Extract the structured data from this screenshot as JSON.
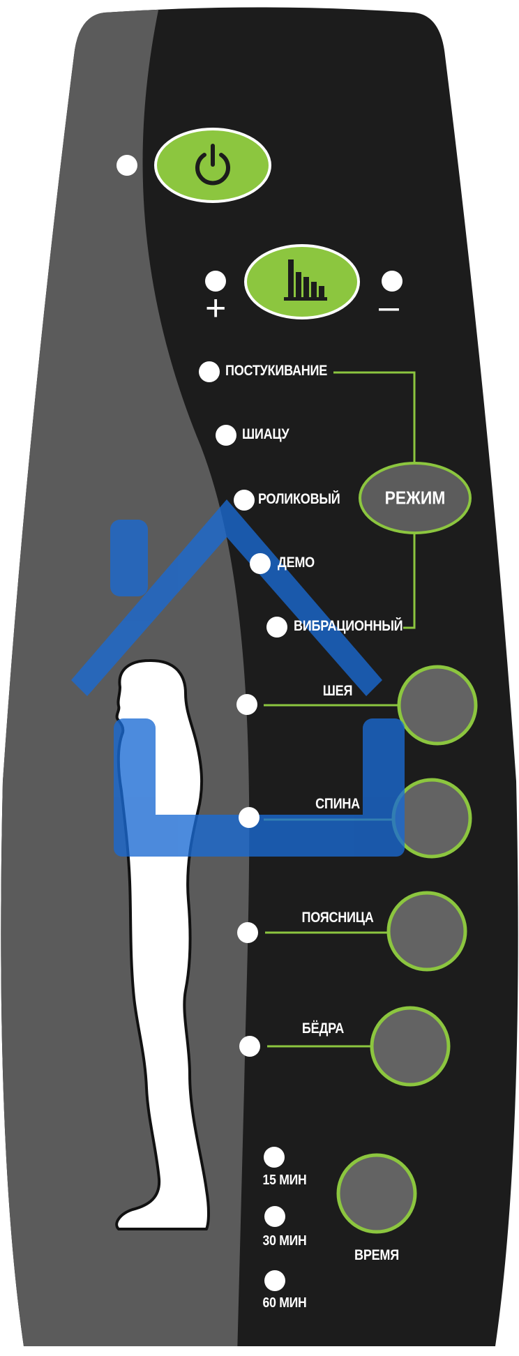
{
  "panel": {
    "power_button": {
      "icon": "power-icon"
    },
    "intensity": {
      "icon": "bars-intensity-icon",
      "plus_label": "+",
      "minus_label": "–"
    },
    "modes": [
      {
        "label": "ПОСТУКИВАНИЕ"
      },
      {
        "label": "ШИАЦУ"
      },
      {
        "label": "РОЛИКОВЫЙ"
      },
      {
        "label": "ДЕМО"
      },
      {
        "label": "ВИБРАЦИОННЫЙ"
      }
    ],
    "mode_button_label": "РЕЖИМ",
    "zones": [
      {
        "label": "ШЕЯ"
      },
      {
        "label": "СПИНА"
      },
      {
        "label": "ПОЯСНИЦА"
      },
      {
        "label": "БЁДРА"
      }
    ],
    "timers": [
      {
        "label": "15 МИН"
      },
      {
        "label": "30 МИН"
      },
      {
        "label": "60 МИН"
      }
    ],
    "time_button_label": "ВРЕМЯ",
    "colors": {
      "panel_dark": "#1c1c1c",
      "panel_grey": "#5b5b5b",
      "accent_green": "#8cc63f",
      "button_grey": "#636363",
      "watermark_blue": "#1a6ad3"
    }
  }
}
